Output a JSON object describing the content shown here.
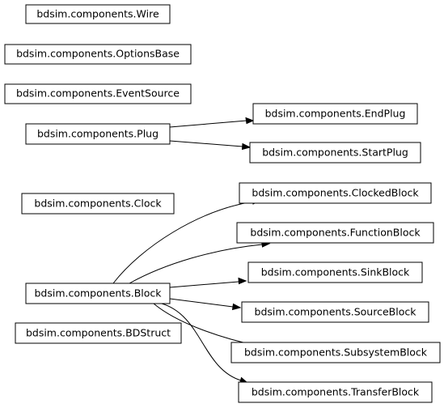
{
  "diagram": {
    "nodes": {
      "wire": "bdsim.components.Wire",
      "options_base": "bdsim.components.OptionsBase",
      "event_source": "bdsim.components.EventSource",
      "plug": "bdsim.components.Plug",
      "end_plug": "bdsim.components.EndPlug",
      "start_plug": "bdsim.components.StartPlug",
      "clock": "bdsim.components.Clock",
      "block": "bdsim.components.Block",
      "bd_struct": "bdsim.components.BDStruct",
      "clocked_block": "bdsim.components.ClockedBlock",
      "function_block": "bdsim.components.FunctionBlock",
      "sink_block": "bdsim.components.SinkBlock",
      "source_block": "bdsim.components.SourceBlock",
      "subsystem_block": "bdsim.components.SubsystemBlock",
      "transfer_block": "bdsim.components.TransferBlock"
    },
    "edges": [
      {
        "from": "plug",
        "to": "end_plug"
      },
      {
        "from": "plug",
        "to": "start_plug"
      },
      {
        "from": "block",
        "to": "clocked_block"
      },
      {
        "from": "block",
        "to": "function_block"
      },
      {
        "from": "block",
        "to": "sink_block"
      },
      {
        "from": "block",
        "to": "source_block"
      },
      {
        "from": "block",
        "to": "subsystem_block"
      },
      {
        "from": "block",
        "to": "transfer_block"
      }
    ]
  }
}
